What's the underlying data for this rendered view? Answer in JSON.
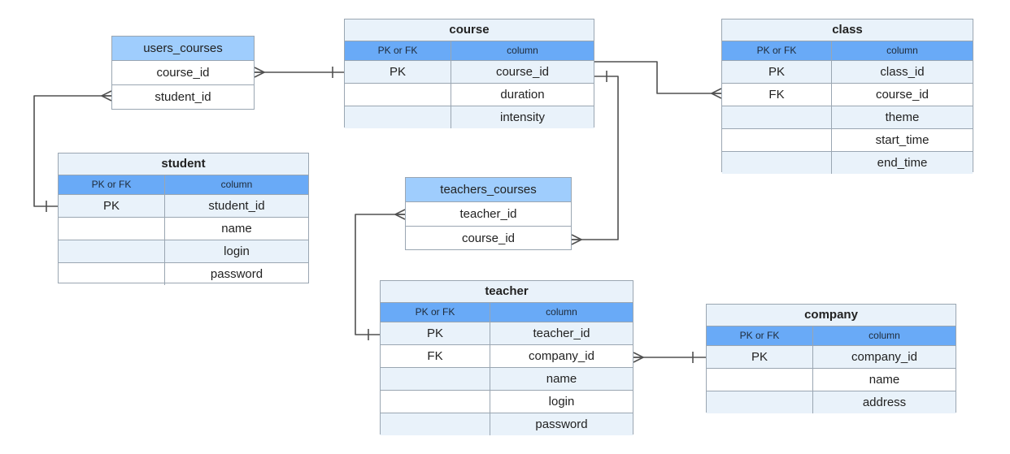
{
  "colors": {
    "header_fill": "#69aaf7",
    "title_fill": "#e9f2fa",
    "link_table_fill": "#9fcdfd",
    "line": "#505050",
    "border": "#9aa6b2"
  },
  "header_labels": {
    "key": "PK or FK",
    "column": "column"
  },
  "course": {
    "title": "course",
    "rows": [
      {
        "key": "PK",
        "column": "course_id"
      },
      {
        "key": "",
        "column": "duration"
      },
      {
        "key": "",
        "column": "intensity"
      }
    ]
  },
  "class": {
    "title": "class",
    "rows": [
      {
        "key": "PK",
        "column": "class_id"
      },
      {
        "key": "FK",
        "column": "course_id"
      },
      {
        "key": "",
        "column": "theme"
      },
      {
        "key": "",
        "column": "start_time"
      },
      {
        "key": "",
        "column": "end_time"
      }
    ]
  },
  "student": {
    "title": "student",
    "rows": [
      {
        "key": "PK",
        "column": "student_id"
      },
      {
        "key": "",
        "column": "name"
      },
      {
        "key": "",
        "column": "login"
      },
      {
        "key": "",
        "column": "password"
      }
    ]
  },
  "teacher": {
    "title": "teacher",
    "rows": [
      {
        "key": "PK",
        "column": "teacher_id"
      },
      {
        "key": "FK",
        "column": "company_id"
      },
      {
        "key": "",
        "column": "name"
      },
      {
        "key": "",
        "column": "login"
      },
      {
        "key": "",
        "column": "password"
      }
    ]
  },
  "company": {
    "title": "company",
    "rows": [
      {
        "key": "PK",
        "column": "company_id"
      },
      {
        "key": "",
        "column": "name"
      },
      {
        "key": "",
        "column": "address"
      }
    ]
  },
  "users_courses": {
    "title": "users_courses",
    "rows": [
      "course_id",
      "student_id"
    ]
  },
  "teachers_courses": {
    "title": "teachers_courses",
    "rows": [
      "teacher_id",
      "course_id"
    ]
  },
  "relationships": [
    {
      "from": "users_courses",
      "to": "course",
      "from_end": "many",
      "to_end": "one"
    },
    {
      "from": "users_courses",
      "to": "student",
      "from_end": "many",
      "to_end": "one"
    },
    {
      "from": "course",
      "to": "class",
      "from_end": "none",
      "to_end": "many"
    },
    {
      "from": "course",
      "to": "teachers_courses",
      "from_end": "one",
      "to_end": "many"
    },
    {
      "from": "teachers_courses",
      "to": "teacher",
      "from_end": "many",
      "to_end": "one"
    },
    {
      "from": "teacher",
      "to": "company",
      "from_end": "many",
      "to_end": "one"
    }
  ]
}
